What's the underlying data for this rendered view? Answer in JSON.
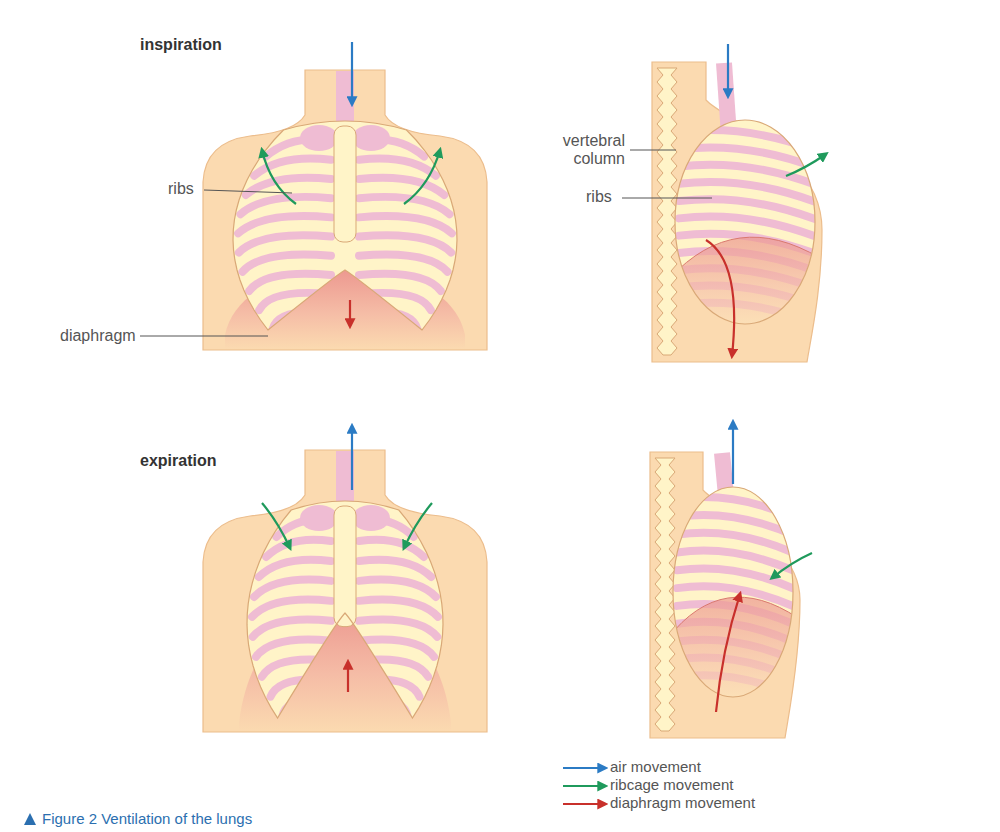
{
  "diagram": {
    "caption": "Figure 2 Ventilation of the lungs",
    "labels": [
      "inspiration",
      "ribs",
      "diaphragm",
      "vertebral column",
      "ribs",
      "expiration"
    ],
    "legend": [
      {
        "text": "air movement"
      },
      {
        "text": "ribcage movement"
      },
      {
        "text": "diaphragm movement"
      }
    ]
  }
}
